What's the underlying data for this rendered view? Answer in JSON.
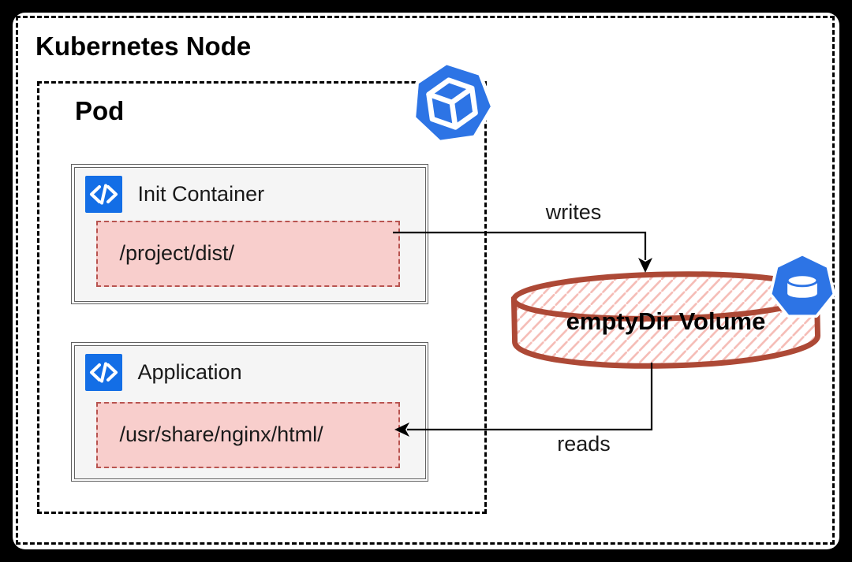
{
  "diagram": {
    "title": "Kubernetes Node",
    "pod": {
      "title": "Pod",
      "icon": "kubernetes-pod-icon"
    },
    "containers": [
      {
        "title": "Init Container",
        "icon": "code-icon",
        "mount_path": "/project/dist/"
      },
      {
        "title": "Application",
        "icon": "code-icon",
        "mount_path": "/usr/share/nginx/html/"
      }
    ],
    "volume": {
      "label": "emptyDir Volume",
      "icon": "volume-disk-icon"
    },
    "edges": {
      "writes": "writes",
      "reads": "reads"
    },
    "colors": {
      "frame": "#000000",
      "container_fill": "#f5f5f5",
      "container_border": "#616161",
      "mount_fill": "#f8cecc",
      "mount_border": "#b85450",
      "volume_stroke": "#ad4936",
      "volume_hatch": "#f5bcb6",
      "code_icon_blue": "#136ee6",
      "heptagon_blue": "#2d74e5",
      "arrow": "#000000"
    }
  }
}
